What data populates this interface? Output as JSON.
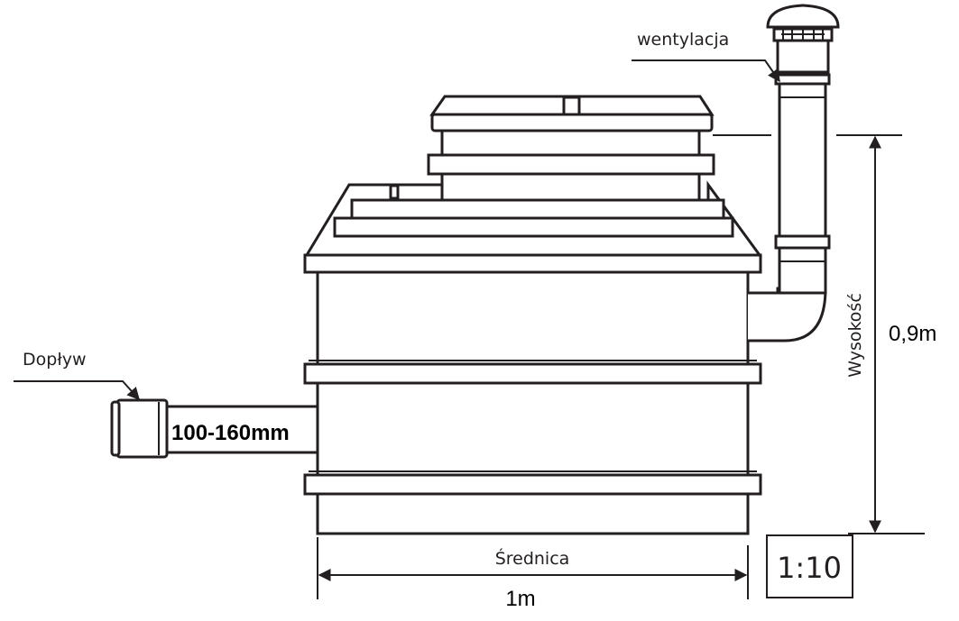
{
  "labels": {
    "ventilation": "wentylacja",
    "inlet": "Dopływ",
    "inlet_diameter": "100-160mm",
    "height_label": "Wysokość",
    "height_value": "0,9m",
    "diameter_label": "Średnica",
    "diameter_value": "1m",
    "scale": "1:10"
  },
  "colors": {
    "line": "#231f20",
    "background": "#ffffff"
  }
}
